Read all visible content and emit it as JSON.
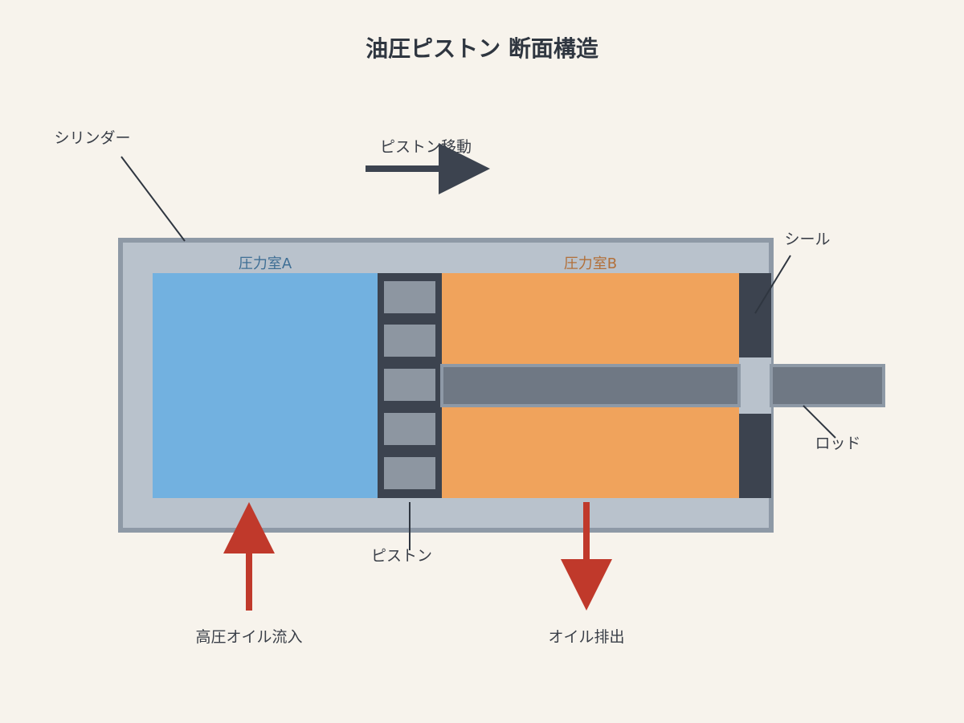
{
  "title": "油圧ピストン 断面構造",
  "labels": {
    "cylinder": "シリンダー",
    "piston_motion": "ピストン移動",
    "seal": "シール",
    "rod": "ロッド",
    "piston": "ピストン",
    "chamber_a": "圧力室A",
    "chamber_b": "圧力室B",
    "oil_in": "高圧オイル流入",
    "oil_out": "オイル排出"
  },
  "colors": {
    "background": "#f7f3ec",
    "cylinder_wall": "#b9c2cc",
    "cylinder_border": "#8e99a6",
    "chamber_a": "#72b1e0",
    "chamber_b": "#f0a35c",
    "piston_body": "#3c434f",
    "piston_ring": "#8d96a1",
    "rod": "#6f7884",
    "seal": "#3c434f",
    "seal_gap": "#b9c2cc",
    "flow_arrow": "#c0392b",
    "motion_arrow": "#3c434f",
    "leader_line": "#2f3640"
  },
  "icons": {
    "motion": "arrow-right-icon",
    "inflow": "arrow-up-icon",
    "outflow": "arrow-down-icon"
  }
}
